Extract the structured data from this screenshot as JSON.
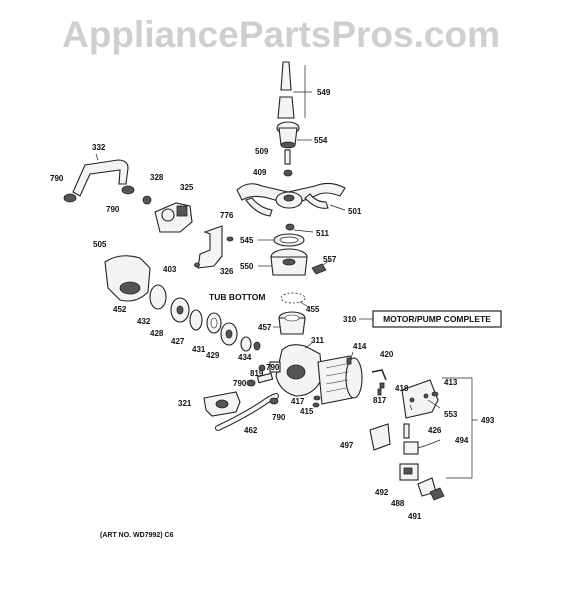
{
  "watermark": "AppliancePartsPros.com",
  "art_number": "(ART NO. WD7992) C6",
  "callouts": {
    "motor_pump": "MOTOR/PUMP COMPLETE",
    "tub_bottom": "TUB BOTTOM"
  },
  "labels": {
    "p549": "549",
    "p554": "554",
    "p509": "509",
    "p409": "409",
    "p501": "501",
    "p511": "511",
    "p545": "545",
    "p550": "550",
    "p557": "557",
    "p455": "455",
    "p310": "310",
    "p457": "457",
    "p311": "311",
    "p332": "332",
    "p790a": "790",
    "p328": "328",
    "p325": "325",
    "p790b": "790",
    "p776": "776",
    "p403": "403",
    "p326": "326",
    "p505": "505",
    "p452": "452",
    "p432": "432",
    "p428": "428",
    "p427": "427",
    "p431": "431",
    "p429": "429",
    "p434": "434",
    "p414": "414",
    "p420": "420",
    "p418": "418",
    "p817": "817",
    "p413": "413",
    "p553": "553",
    "p493": "493",
    "p819": "819",
    "p790c": "790",
    "p790d": "790",
    "p790e": "790",
    "p321": "321",
    "p417": "417",
    "p415": "415",
    "p462": "462",
    "p426": "426",
    "p494": "494",
    "p497": "497",
    "p492": "492",
    "p488": "488",
    "p491": "491"
  }
}
